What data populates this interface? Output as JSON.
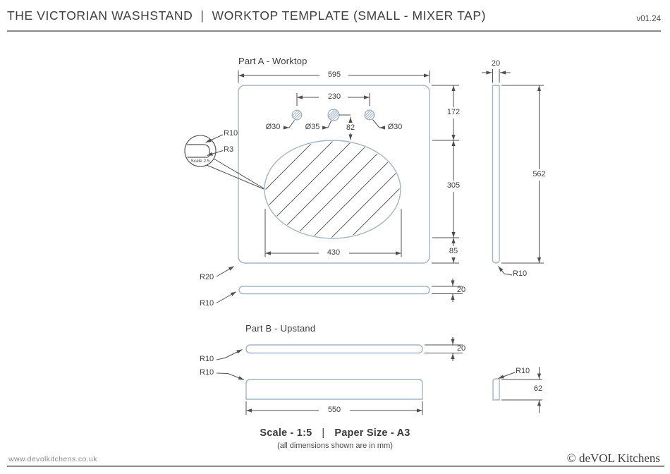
{
  "header": {
    "title_left": "THE VICTORIAN WASHSTAND",
    "divider": "|",
    "title_right": "WORKTOP TEMPLATE (SMALL - MIXER TAP)",
    "version": "v01.24"
  },
  "part_a": {
    "title": "Part A - Worktop",
    "dim_width": "595",
    "dim_hole_spacing": "230",
    "hole_left": "Ø30",
    "hole_middle": "Ø35",
    "hole_right": "Ø30",
    "dim_hole_to_sink": "82",
    "dim_back_to_sink": "172",
    "dim_sink_depth": "305",
    "dim_sink_to_front": "85",
    "dim_sink_width": "430",
    "dim_profile_thickness": "20",
    "dim_profile_depth": "562",
    "profile_bottom_radius": "R10",
    "corner_radius": "R20",
    "bar_end_radius": "R10",
    "dim_bar_thickness": "20",
    "detail": {
      "radius_top": "R10",
      "radius_bottom": "R3",
      "scale_note": "Scale 2:5"
    }
  },
  "part_b": {
    "title": "Part B - Upstand",
    "dim_bar_thickness": "20",
    "bar_end_radius": "R10",
    "corner_radius": "R10",
    "dim_length": "550",
    "profile_top_radius": "R10",
    "dim_height": "62"
  },
  "footer": {
    "scale_label": "Scale - 1:5",
    "divider": "|",
    "paper_label": "Paper Size - A3",
    "note": "(all dimensions shown are in mm)",
    "website": "www.devolkitchens.co.uk",
    "copyright": "© deVOL Kitchens"
  },
  "colors": {
    "outline": "#a3b4c6",
    "dimension": "#4f4f4f",
    "text": "#3d3d3d",
    "rule": "#8a8a8a",
    "hatch": "#5f5f5f"
  }
}
